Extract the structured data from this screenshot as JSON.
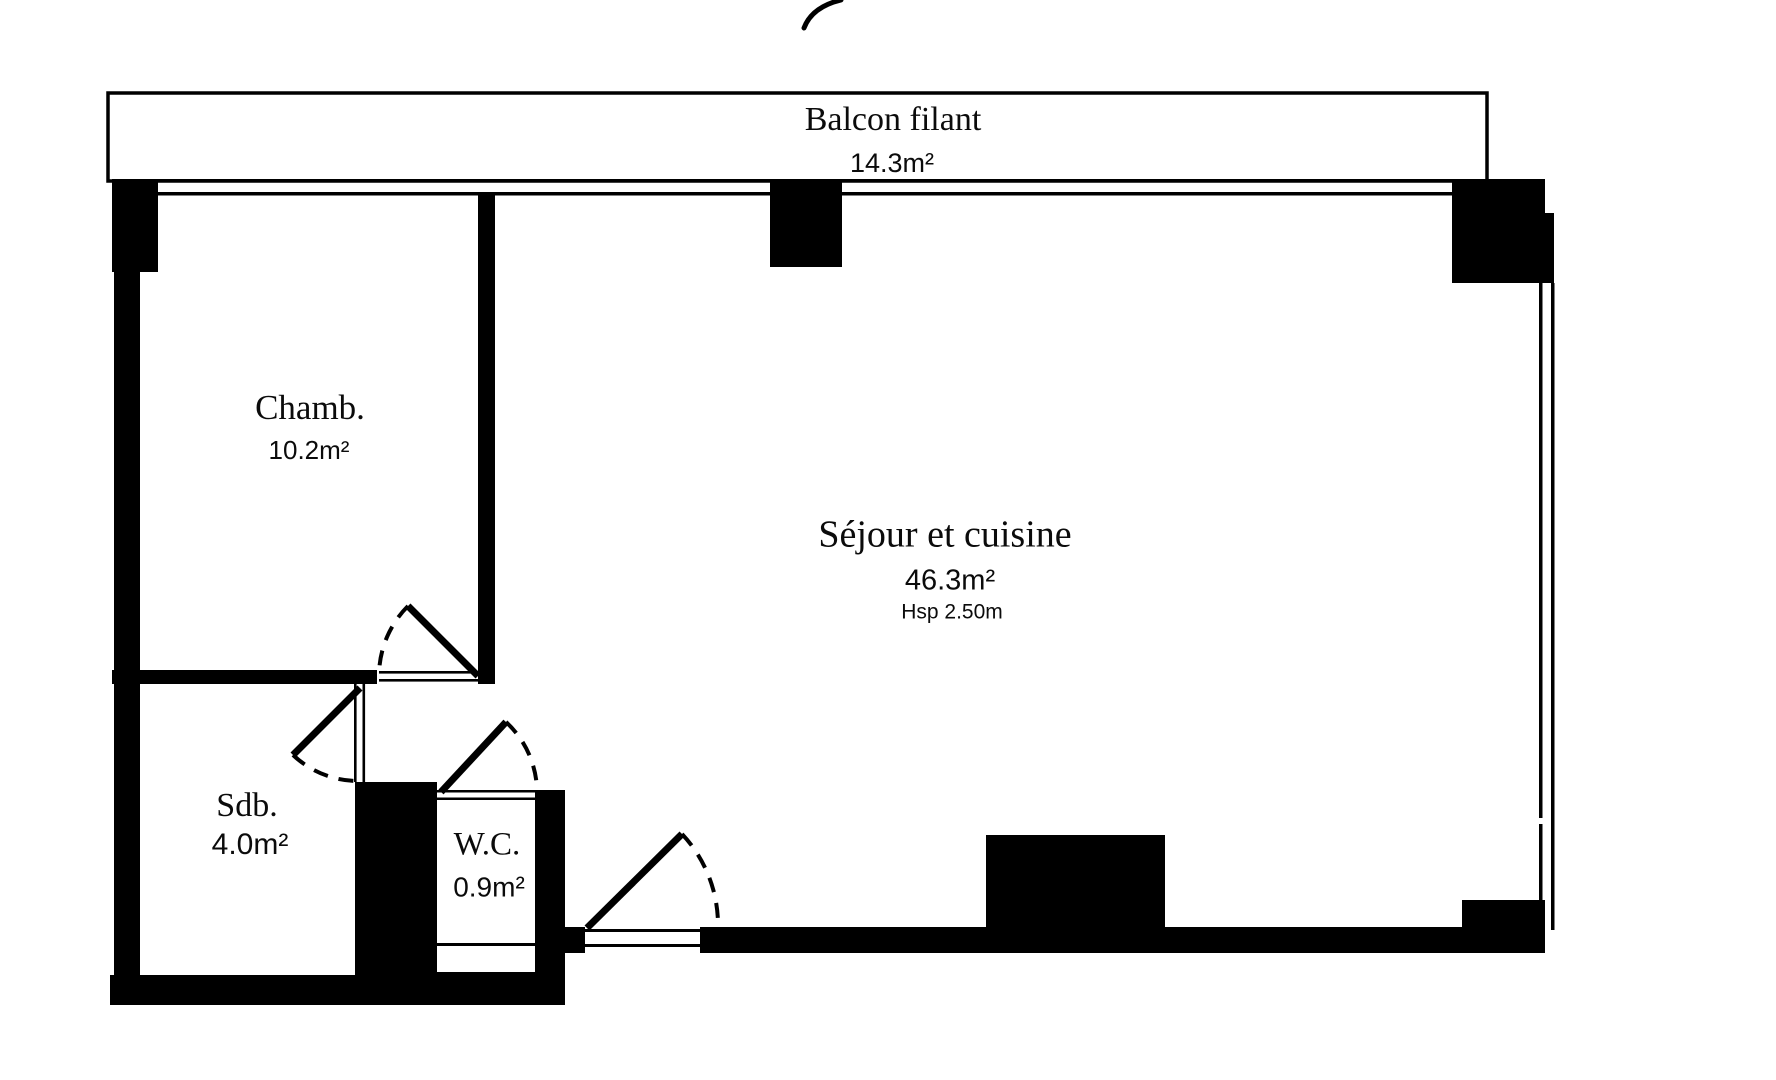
{
  "plan": {
    "title": "floor-plan",
    "balcony": {
      "name": "Balcon filant",
      "area": "14.3m²"
    },
    "rooms": [
      {
        "id": "chambre",
        "name": "Chamb.",
        "area": "10.2m²"
      },
      {
        "id": "sejour",
        "name": "Séjour et cuisine",
        "area": "46.3m²",
        "ceiling_height": "Hsp 2.50m"
      },
      {
        "id": "sdb",
        "name": "Sdb.",
        "area": "4.0m²"
      },
      {
        "id": "wc",
        "name": "W.C.",
        "area": "0.9m²"
      }
    ],
    "colors": {
      "wall": "#000000",
      "background": "#ffffff",
      "line": "#0b0b0b"
    }
  }
}
